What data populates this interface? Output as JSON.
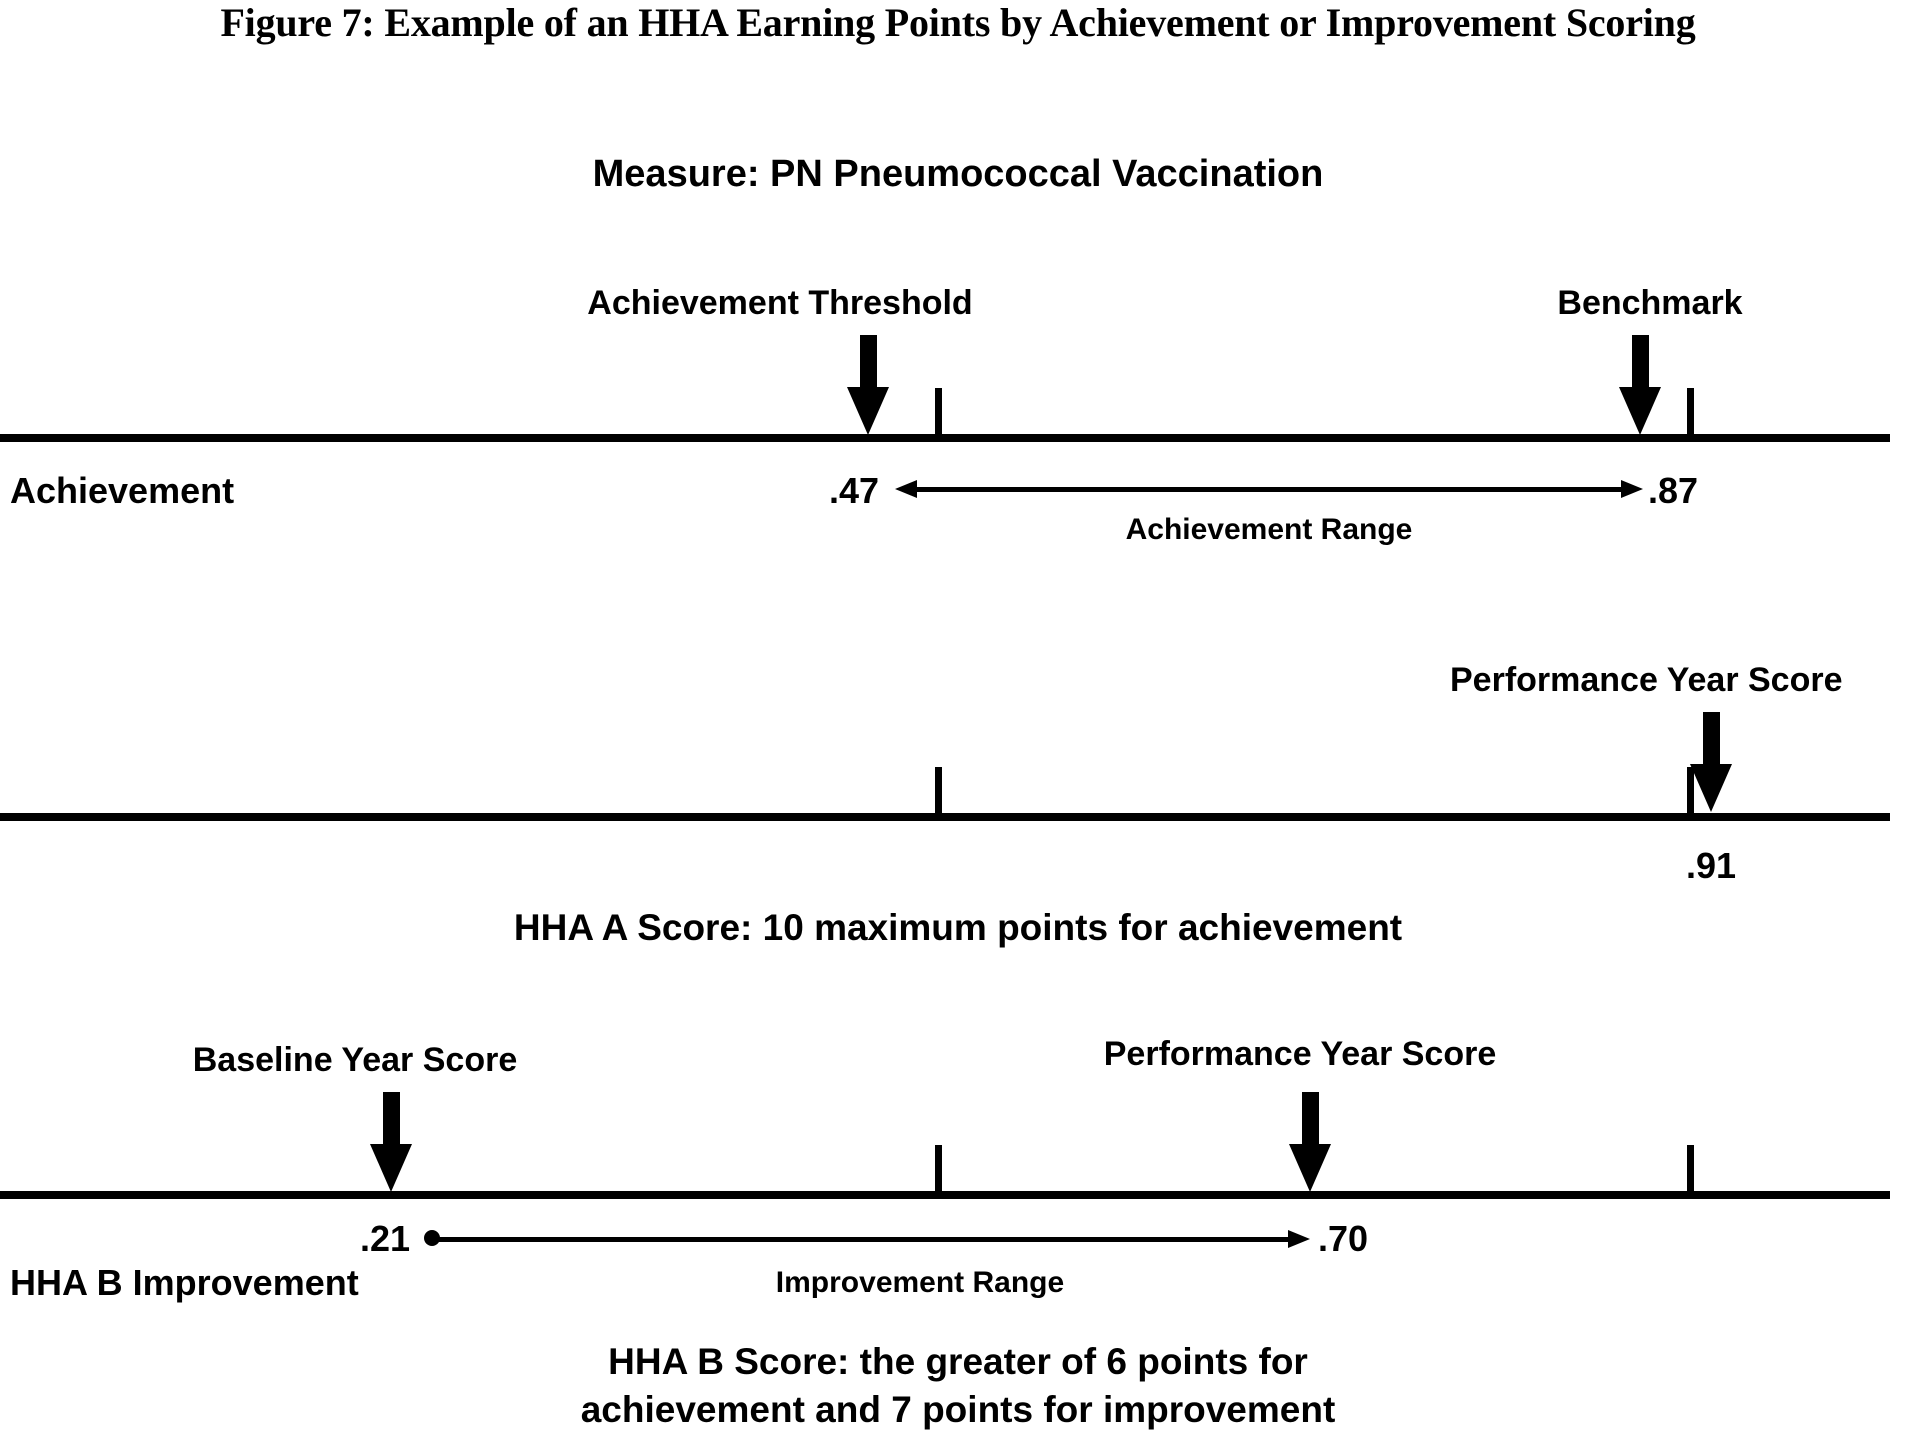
{
  "figure": {
    "title": "Figure 7: Example of an HHA Earning Points by Achievement or Improvement Scoring",
    "measure_title": "Measure: PN Pneumococcal Vaccination"
  },
  "chart_data": {
    "type": "line",
    "title": "Figure 7: Example of an HHA Earning Points by Achievement or Improvement Scoring",
    "subtitle": "Measure: PN Pneumococcal Vaccination",
    "grid": false,
    "legend_position": "none",
    "xlabel": "",
    "ylabel": "",
    "axes": [
      {
        "name": "achievement-axis",
        "row_label": "Achievement",
        "markers": [
          {
            "name": "Achievement Threshold",
            "value": ".47",
            "type": "arrow"
          },
          {
            "name": "Benchmark",
            "value": ".87",
            "type": "arrow"
          }
        ],
        "ticks": [
          ".47",
          ".87"
        ],
        "range": {
          "label": "Achievement Range",
          "from": ".47",
          "to": ".87",
          "arrow": "double"
        }
      },
      {
        "name": "hha-a-axis",
        "row_label": "",
        "markers": [
          {
            "name": "Performance Year Score",
            "value": ".91",
            "type": "arrow"
          }
        ],
        "ticks": [
          ".91"
        ],
        "range": null,
        "score_caption": "HHA A Score: 10 maximum points for achievement"
      },
      {
        "name": "hha-b-axis",
        "row_label": "HHA B Improvement",
        "markers": [
          {
            "name": "Baseline Year Score",
            "value": ".21",
            "type": "arrow"
          },
          {
            "name": "Performance Year Score",
            "value": ".70",
            "type": "arrow"
          }
        ],
        "ticks": [
          ".47",
          ".87"
        ],
        "range": {
          "label": "Improvement Range",
          "from": ".21",
          "to": ".70",
          "arrow": "single"
        },
        "score_caption": "HHA B Score: the greater of 6 points for achievement and 7 points for improvement"
      }
    ]
  },
  "row1": {
    "label": "Achievement",
    "threshold_label": "Achievement Threshold",
    "benchmark_label": "Benchmark",
    "threshold_value": ".47",
    "benchmark_value": ".87",
    "range_caption": "Achievement Range"
  },
  "row2": {
    "performance_label": "Performance Year Score",
    "performance_value": ".91",
    "score_caption": "HHA A Score: 10 maximum points for achievement"
  },
  "row3": {
    "label": "HHA B Improvement",
    "baseline_label": "Baseline Year Score",
    "performance_label": "Performance Year Score",
    "baseline_value": ".21",
    "performance_value": ".70",
    "range_caption": "Improvement Range",
    "score_caption_line1": "HHA B Score: the greater of 6 points for",
    "score_caption_line2": "achievement and 7 points for improvement"
  }
}
